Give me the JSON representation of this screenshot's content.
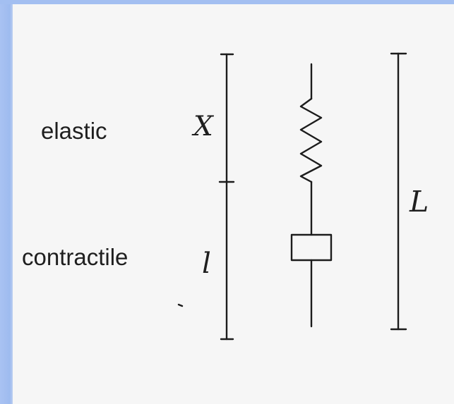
{
  "diagram": {
    "labels": {
      "elastic": "elastic",
      "contractile": "contractile",
      "x": "X",
      "l": "l",
      "L": "L"
    }
  }
}
